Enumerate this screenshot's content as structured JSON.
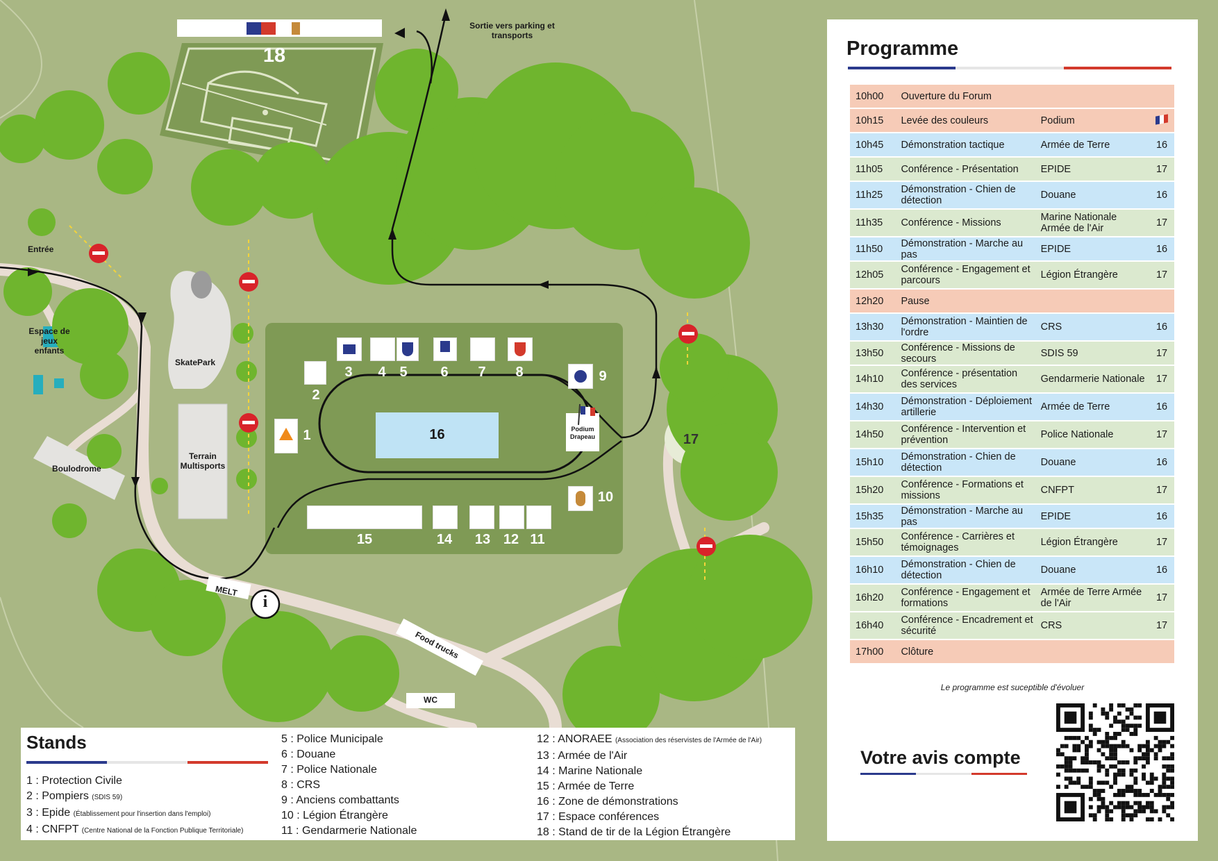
{
  "map": {
    "exit_label": "Sortie vers parking et transports",
    "entrance_label": "Entrée",
    "playground_label": "Espace de jeux enfants",
    "skatepark_label": "SkatePark",
    "multisports_label": "Terrain Multisports",
    "boulodrome_label": "Boulodrome",
    "melt_label": "MELT",
    "info_symbol": "i",
    "foodtrucks_label": "Food trucks",
    "wc_label": "WC",
    "podium_label": "Podium Drapeau",
    "zone16_label": "16",
    "zone17_label": "17",
    "zone18_label": "18",
    "stand_numbers": [
      "1",
      "2",
      "3",
      "4",
      "5",
      "6",
      "7",
      "8",
      "9",
      "10",
      "11",
      "12",
      "13",
      "14",
      "15"
    ],
    "colors": {
      "grass": "#a9b784",
      "field": "#7f9a55",
      "tree": "#6fb52e",
      "path": "#e9ddd4",
      "no_entry": "#d8232a",
      "zone16": "#bfe3f5"
    },
    "icons": [
      "no-entry-icon",
      "info-icon",
      "flag-icon",
      "tree-icon",
      "route-arrow-icon"
    ]
  },
  "programme": {
    "title": "Programme",
    "colors": {
      "pink": "#f6cbb7",
      "blue": "#c9e6f8",
      "green": "#dbe9cf"
    },
    "rows": [
      {
        "time": "10h00",
        "activity": "Ouverture du Forum",
        "location": "",
        "zone": "",
        "color": "pink"
      },
      {
        "time": "10h15",
        "activity": "Levée des couleurs",
        "location": "Podium",
        "zone": "",
        "color": "pink",
        "flag": true
      },
      {
        "time": "10h45",
        "activity": "Démonstration tactique",
        "location": "Armée de Terre",
        "zone": "16",
        "color": "blue"
      },
      {
        "time": "11h05",
        "activity": "Conférence - Présentation",
        "location": "EPIDE",
        "zone": "17",
        "color": "green"
      },
      {
        "time": "11h25",
        "activity": "Démonstration - Chien de détection",
        "location": "Douane",
        "zone": "16",
        "color": "blue"
      },
      {
        "time": "11h35",
        "activity": "Conférence - Missions",
        "location": "Marine Nationale Armée de l'Air",
        "zone": "17",
        "color": "green"
      },
      {
        "time": "11h50",
        "activity": "Démonstration - Marche au pas",
        "location": "EPIDE",
        "zone": "16",
        "color": "blue"
      },
      {
        "time": "12h05",
        "activity": "Conférence - Engagement et parcours",
        "location": "Légion Étrangère",
        "zone": "17",
        "color": "green"
      },
      {
        "time": "12h20",
        "activity": "Pause",
        "location": "",
        "zone": "",
        "color": "pink"
      },
      {
        "time": "13h30",
        "activity": "Démonstration - Maintien de l'ordre",
        "location": "CRS",
        "zone": "16",
        "color": "blue"
      },
      {
        "time": "13h50",
        "activity": "Conférence - Missions de secours",
        "location": "SDIS 59",
        "zone": "17",
        "color": "green"
      },
      {
        "time": "14h10",
        "activity": "Conférence - présentation des services",
        "location": "Gendarmerie Nationale",
        "zone": "17",
        "color": "green"
      },
      {
        "time": "14h30",
        "activity": "Démonstration - Déploiement artillerie",
        "location": "Armée de Terre",
        "zone": "16",
        "color": "blue"
      },
      {
        "time": "14h50",
        "activity": "Conférence - Intervention et prévention",
        "location": "Police Nationale",
        "zone": "17",
        "color": "green"
      },
      {
        "time": "15h10",
        "activity": "Démonstration - Chien de détection",
        "location": "Douane",
        "zone": "16",
        "color": "blue"
      },
      {
        "time": "15h20",
        "activity": "Conférence - Formations et missions",
        "location": "CNFPT",
        "zone": "17",
        "color": "green"
      },
      {
        "time": "15h35",
        "activity": "Démonstration - Marche au pas",
        "location": "EPIDE",
        "zone": "16",
        "color": "blue"
      },
      {
        "time": "15h50",
        "activity": "Conférence - Carrières et témoignages",
        "location": "Légion Étrangère",
        "zone": "17",
        "color": "green"
      },
      {
        "time": "16h10",
        "activity": "Démonstration - Chien de détection",
        "location": "Douane",
        "zone": "16",
        "color": "blue"
      },
      {
        "time": "16h20",
        "activity": "Conférence - Engagement et formations",
        "location": "Armée de Terre Armée de l'Air",
        "zone": "17",
        "color": "green"
      },
      {
        "time": "16h40",
        "activity": "Conférence - Encadrement et sécurité",
        "location": "CRS",
        "zone": "17",
        "color": "green"
      },
      {
        "time": "17h00",
        "activity": "Clôture",
        "location": "",
        "zone": "",
        "color": "pink"
      }
    ],
    "note": "Le programme est suceptible d'évoluer",
    "feedback_title": "Votre avis compte"
  },
  "stands": {
    "title": "Stands",
    "col1": [
      {
        "label": "1 : Protection Civile",
        "sub": ""
      },
      {
        "label": "2 : Pompiers",
        "sub": "(SDIS 59)"
      },
      {
        "label": "3 : Epide",
        "sub": "(Établissement pour l'insertion dans l'emploi)"
      },
      {
        "label": "4 : CNFPT",
        "sub": "(Centre National de la Fonction Publique Territoriale)"
      }
    ],
    "col2": [
      {
        "label": "5 : Police Municipale",
        "sub": ""
      },
      {
        "label": "6 : Douane",
        "sub": ""
      },
      {
        "label": "7 : Police Nationale",
        "sub": ""
      },
      {
        "label": "8 : CRS",
        "sub": ""
      },
      {
        "label": "9 : Anciens combattants",
        "sub": ""
      },
      {
        "label": "10 : Légion Étrangère",
        "sub": ""
      },
      {
        "label": "11 : Gendarmerie Nationale",
        "sub": ""
      }
    ],
    "col3": [
      {
        "label": "12 : ANORAEE",
        "sub": "(Association des réservistes de l'Armée de l'Air)"
      },
      {
        "label": "13 : Armée de l'Air",
        "sub": ""
      },
      {
        "label": "14 : Marine Nationale",
        "sub": ""
      },
      {
        "label": "15 : Armée de Terre",
        "sub": ""
      },
      {
        "label": "16 : Zone de démonstrations",
        "sub": ""
      },
      {
        "label": "17 : Espace conférences",
        "sub": ""
      },
      {
        "label": "18 : Stand de tir de la Légion Étrangère",
        "sub": ""
      }
    ]
  }
}
